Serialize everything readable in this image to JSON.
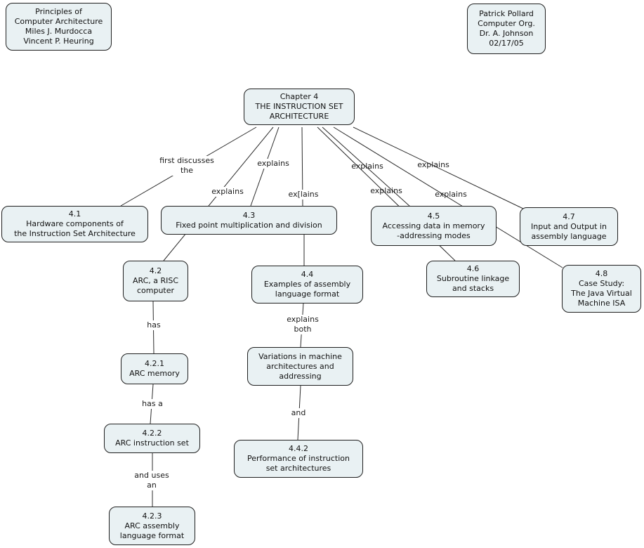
{
  "title": "Chapter 4 concept map",
  "colors": {
    "node_fill": "#e9f1f3",
    "node_border": "#1f1f1f",
    "line": "#2b2b2b",
    "background": "#ffffff"
  },
  "annotations": {
    "book": {
      "text": "Principles of\nComputer Architecture\nMiles J. Murdocca\nVincent P. Heuring"
    },
    "author": {
      "text": "Patrick Pollard\nComputer Org.\nDr. A. Johnson\n02/17/05"
    }
  },
  "concepts": {
    "chapter4": {
      "text": "Chapter 4\nTHE INSTRUCTION SET\nARCHITECTURE"
    },
    "s41": {
      "text": "4.1\nHardware components of\nthe Instruction Set Architecture"
    },
    "s42": {
      "text": "4.2\nARC, a RISC\ncomputer"
    },
    "s43": {
      "text": "4.3\nFixed point multiplication and division"
    },
    "s44": {
      "text": "4.4\nExamples of assembly\nlanguage format"
    },
    "s45": {
      "text": "4.5\nAccessing data in memory\n-addressing modes"
    },
    "s46": {
      "text": "4.6\nSubroutine linkage\nand stacks"
    },
    "s47": {
      "text": "4.7\nInput and Output in\nassembly language"
    },
    "s48": {
      "text": "4.8\nCase Study:\nThe Java Virtual\nMachine ISA"
    },
    "s421": {
      "text": "4.2.1\nARC memory"
    },
    "s422": {
      "text": "4.2.2\nARC instruction set"
    },
    "s423": {
      "text": "4.2.3\nARC assembly\nlanguage format"
    },
    "variations": {
      "text": "Variations in machine\narchitectures and\naddressing"
    },
    "s442": {
      "text": "4.4.2\nPerformance of instruction\nset architectures"
    }
  },
  "links": {
    "first_discusses": "first discusses\nthe",
    "explains_43": "explains",
    "explains_42": "explains",
    "exlains_43": "ex[lains",
    "explains_46": "explains",
    "explains_45": "explains",
    "explains_47": "explains",
    "explains_48": "explains",
    "has": "has",
    "has_a": "has a",
    "and_uses_an": "and uses\nan",
    "explains_both": "explains\nboth",
    "and": "and"
  }
}
